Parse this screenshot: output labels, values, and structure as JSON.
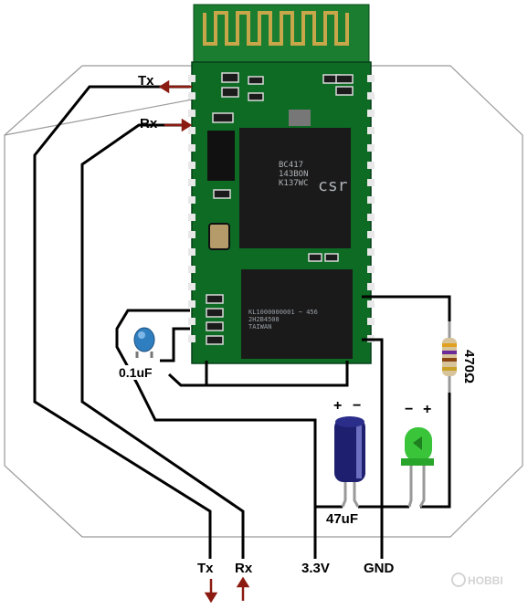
{
  "labels": {
    "tx_top": "Tx",
    "rx_top": "Rx",
    "tx_bottom": "Tx",
    "rx_bottom": "Rx",
    "v33": "3.3V",
    "gnd": "GND",
    "cap_small": "0.1uF",
    "cap_large": "47uF",
    "resistor": "470Ω",
    "polarity_plus": "+",
    "polarity_minus": "−"
  },
  "chip": {
    "brand": "csr",
    "line1": "BC417",
    "line2": "143BON",
    "line3": "K137WC",
    "mem1": "KL1000000001 ~ 456",
    "mem2": "2H2B4508",
    "mem3": "TAIWAN"
  },
  "watermark": "HOBBI",
  "colors": {
    "pcb": "#0d6b24",
    "wire": "#000000",
    "arrow": "#8b1a10",
    "led": "#39c43a",
    "capacitor": "#1e1f6e",
    "cap_small": "#2f7fc0",
    "outline": "#9a9a9a"
  }
}
